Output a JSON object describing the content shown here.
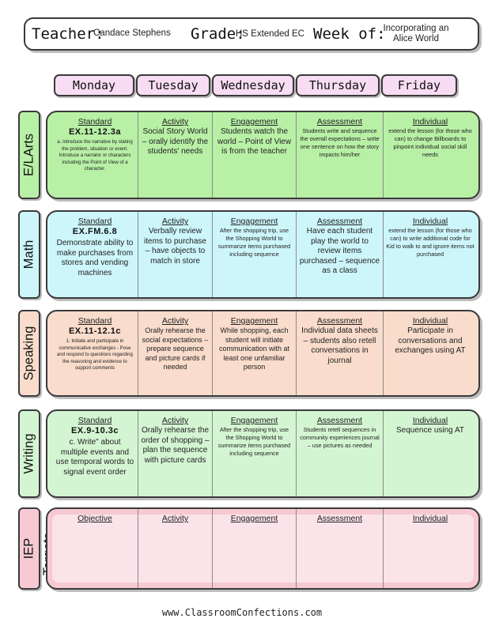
{
  "header": {
    "teacher_label": "Teacher:",
    "teacher_value": "Candace Stephens",
    "grade_label": "Grade:",
    "grade_value": "HS Extended EC",
    "week_label": "Week of:",
    "week_value": "Incorporating an Alice World"
  },
  "days": [
    "Monday",
    "Tuesday",
    "Wednesday",
    "Thursday",
    "Friday"
  ],
  "rows": [
    {
      "label": "E/LArts",
      "cells": [
        {
          "title": "Standard",
          "code": "EX.11-12.3a",
          "text": "a. Introduce the narrative by stating the problem, situation or event. Introduce a narrator or characters including the Point of View of a character."
        },
        {
          "title": "Activity",
          "text": "Social Story World – orally identify the students' needs"
        },
        {
          "title": "Engagement",
          "text": "Students watch the world – Point of View is from the teacher"
        },
        {
          "title": "Assessment",
          "text": "Students write and sequence the overall expectations – write one sentence on how the story impacts him/her"
        },
        {
          "title": "Individual",
          "text": "extend the lesson (for those who can) to change Billboards to pinpoint individual social skill needs"
        }
      ]
    },
    {
      "label": "Math",
      "cells": [
        {
          "title": "Standard",
          "code": "EX.FM.6.8",
          "text": "Demonstrate ability to make purchases from stores and vending machines"
        },
        {
          "title": "Activity",
          "text": "Verbally review items to purchase – have objects to match in store"
        },
        {
          "title": "Engagement",
          "text": "After the shopping trip, use the Shopping World to summarize items purchased including sequence"
        },
        {
          "title": "Assessment",
          "text": "Have each student play the world to review items purchased – sequence as a class"
        },
        {
          "title": "Individual",
          "text": "extend the lesson (for those who can) to write additional code for Kid to walk to and ignore items not purchased"
        }
      ]
    },
    {
      "label": "Speaking",
      "cells": [
        {
          "title": "Standard",
          "code": "EX.11-12.1c",
          "text": "1. Initiate and participate in communicative exchanges - Pose and respond to questions regarding the reasoning and evidence to support comments"
        },
        {
          "title": "Activity",
          "text": "Orally rehearse the social expectations – prepare sequence and picture cards if needed"
        },
        {
          "title": "Engagement",
          "text": "While shopping, each student will initiate communication with at least one unfamiliar person"
        },
        {
          "title": "Assessment",
          "text": "Individual data sheets – students also retell conversations in journal"
        },
        {
          "title": "Individual",
          "text": "Participate in conversations and exchanges using AT"
        }
      ]
    },
    {
      "label": "Writing",
      "cells": [
        {
          "title": "Standard",
          "code": "EX.9-10.3c",
          "text": "c. Write\" about multiple events and use temporal words to signal event order"
        },
        {
          "title": "Activity",
          "text": "Orally rehearse the order of shopping – plan the sequence with picture cards"
        },
        {
          "title": "Engagement",
          "text": "After the shopping trip, use the Shopping World to summarize items purchased including sequence"
        },
        {
          "title": "Assessment",
          "text": "Students retell sequences in community experiences journal – use pictures as needed"
        },
        {
          "title": "Individual",
          "text": "Sequence using AT"
        }
      ]
    },
    {
      "label": "IEP",
      "label2": "Targets",
      "cells": [
        {
          "title": "Objective"
        },
        {
          "title": "Activity"
        },
        {
          "title": "Engagement"
        },
        {
          "title": "Assessment"
        },
        {
          "title": "Individual"
        }
      ]
    }
  ],
  "colors": {
    "ela": "#b8f0a6",
    "math": "#cdf6fb",
    "speaking": "#f9dccb",
    "writing": "#d4f5d2",
    "iep": "#f6c9d3",
    "days": "#f7dcf3",
    "border": "#3a3a3a"
  },
  "footer": "www.ClassroomConfections.com"
}
